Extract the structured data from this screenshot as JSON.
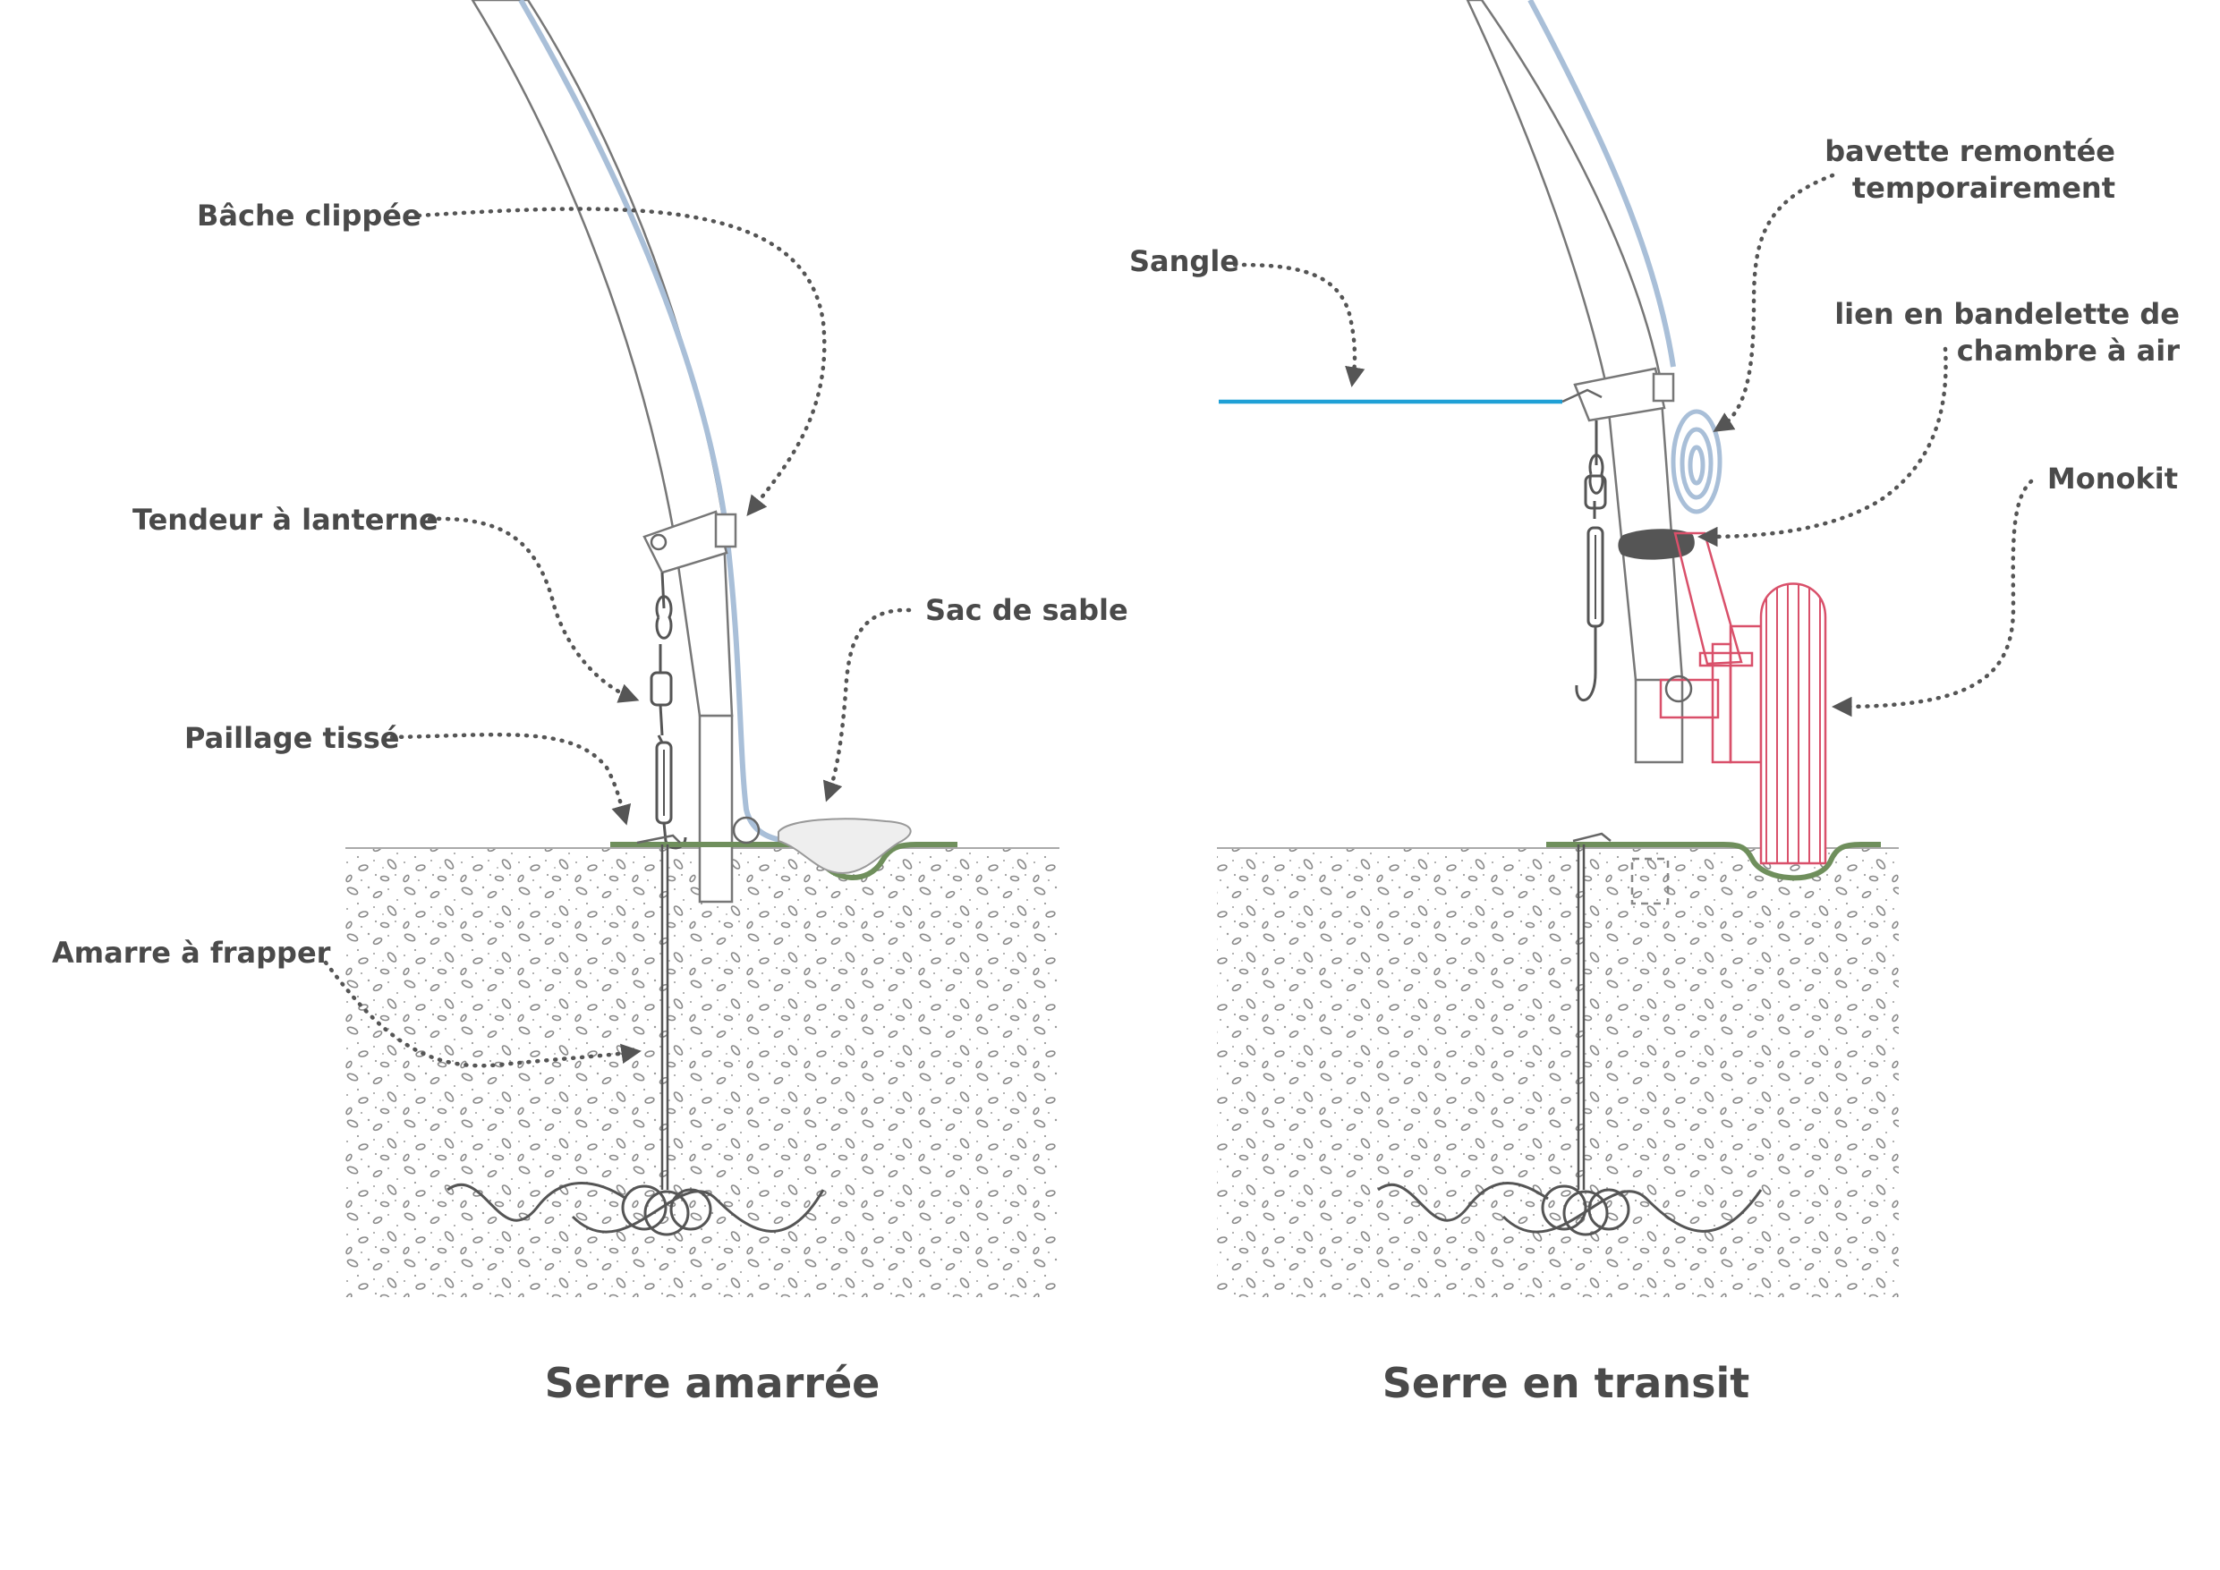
{
  "labels": {
    "bache": "Bâche clippée",
    "tendeur": "Tendeur à lanterne",
    "paillage": "Paillage tissé",
    "sac": "Sac de sable",
    "amarre": "Amarre à frapper",
    "sangle": "Sangle",
    "bavette_l1": "bavette remontée",
    "bavette_l2": "temporairement",
    "lien_l1": "lien en bandelette de",
    "lien_l2": "chambre à air",
    "monokit": "Monokit"
  },
  "captions": {
    "left": "Serre amarrée",
    "right": "Serre en transit"
  },
  "colors": {
    "text": "#4a4a4a",
    "tarp": "#a9bfd8",
    "mulch": "#6f8f5c",
    "strap": "#1fa0d6",
    "monokit": "#d9506a",
    "band": "#555555"
  }
}
